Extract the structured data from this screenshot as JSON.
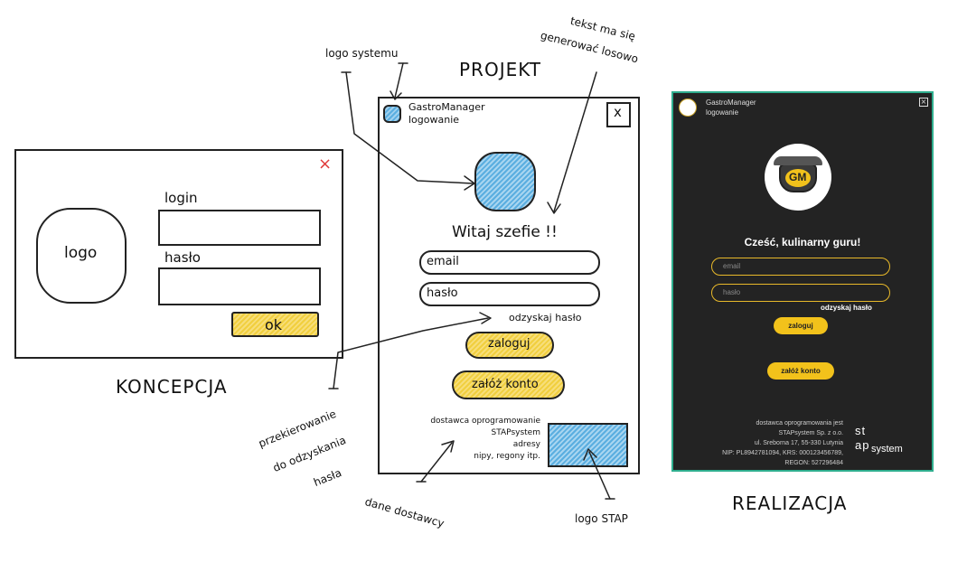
{
  "sections": {
    "koncepcja": "KONCEPCJA",
    "projekt": "PROJEKT",
    "realizacja": "REALIZACJA"
  },
  "koncepcja": {
    "logo": "logo",
    "login_label": "login",
    "password_label": "hasło",
    "ok_button": "ok",
    "close_glyph": "×"
  },
  "projekt": {
    "app_name": "GastroManager",
    "subtitle": "logowanie",
    "close_glyph": "x",
    "greeting": "Witaj szefie !!",
    "email_placeholder": "email",
    "password_placeholder": "hasło",
    "recover_link": "odzyskaj hasło",
    "login_button": "zaloguj",
    "register_button": "załóż konto",
    "vendor_lines": [
      "dostawca oprogramowanie",
      "STAPsystem",
      "adresy",
      "nipy, regony itp."
    ]
  },
  "annotations": {
    "logo_systemu": "logo systemu",
    "random_text": [
      "tekst ma się",
      "generować losowo"
    ],
    "redirect": [
      "przekierowanie",
      "do odzyskania",
      "hasła"
    ],
    "vendor_data": "dane dostawcy",
    "stap_logo": "logo STAP"
  },
  "realizacja": {
    "app_name": "GastroManager",
    "subtitle": "logowanie",
    "logo_text": "GM",
    "greeting": "Cześć, kulinarny guru!",
    "email_placeholder": "email",
    "password_placeholder": "hasło",
    "recover_link": "odzyskaj hasło",
    "login_button": "zaloguj",
    "register_button": "załóż konto",
    "vendor_lines": [
      "dostawca oprogramowania jest",
      "STAPsystem Sp. z o.o.",
      "ul. Sreborna 17, 55-330 Lutynia",
      "NIP: PL8942781094, KRS: 000123456789,",
      "REGON: 527296484"
    ],
    "stap_logo_top": "st",
    "stap_logo_bottom": "ap",
    "stap_logo_word": "system"
  },
  "colors": {
    "sketch_blue": "#5aaee0",
    "sketch_yellow": "#f1cf3e",
    "dark_bg": "#232323",
    "teal_border": "#2fae8e",
    "gold": "#f2c21b",
    "red": "#e03a3a"
  }
}
